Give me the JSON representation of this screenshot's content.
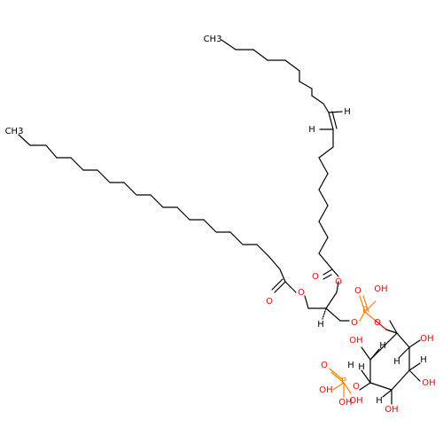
{
  "structure": {
    "atom_labels": {
      "ch3_top": "CH3",
      "ch3_left": "CH3",
      "h_alkene_right": "H",
      "h_alkene_left": "H",
      "o_carbonyl_oleoyl": "O",
      "o_ester_oleoyl": "O",
      "o_carbonyl_stearoyl": "O",
      "o_ester_stearoyl": "O",
      "o_glycerol_phos": "O",
      "p_main": "P",
      "o_p_double": "O",
      "oh_p_main": "OH",
      "o_p_ring": "O",
      "h_stereo_glycerol": "H",
      "oh_ring_2": "OH",
      "h_ring_1": "H",
      "oh_ring_6": "OH",
      "h_ring_2": "H",
      "h_ring_6": "H",
      "oh_ring_5": "OH",
      "h_ring_4": "H",
      "h_ring_5": "H",
      "oh_ring_4": "OH",
      "oh_ring_3": "OH",
      "o_ring_phos": "O",
      "p_ring": "P",
      "o_p_ring_double": "O",
      "oh_p_ring_a": "OH",
      "oh_p_ring_b": "OH",
      "h_ring_3": "H"
    },
    "colors": {
      "carbon": "#000000",
      "oxygen": "#ff0000",
      "phosphorus": "#ff8000"
    }
  }
}
